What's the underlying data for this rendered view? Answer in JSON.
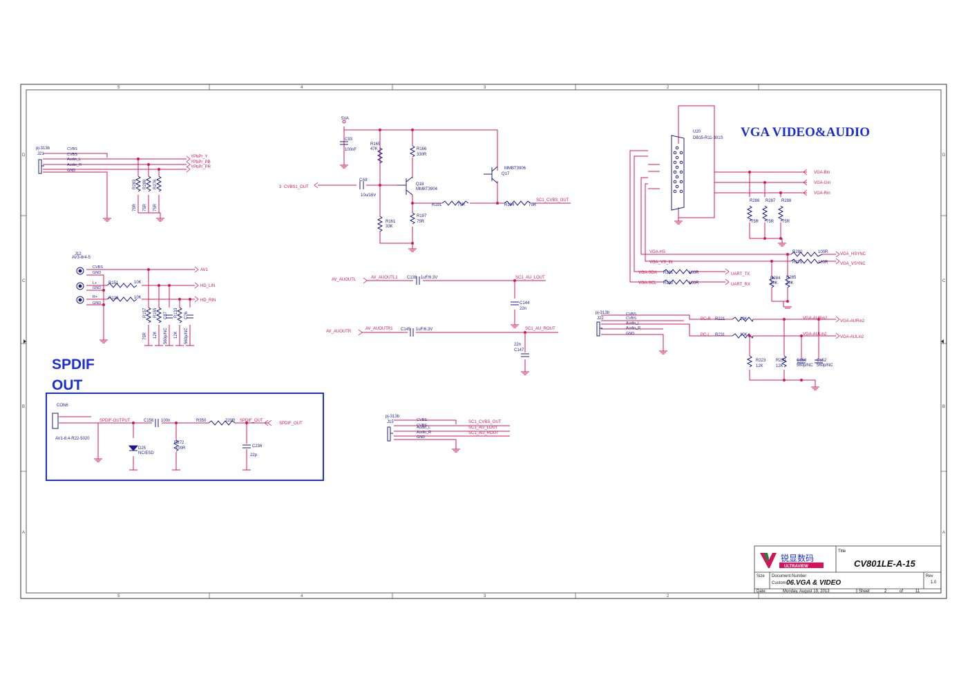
{
  "sheet": {
    "border_col_labels": [
      "5",
      "4",
      "3",
      "2"
    ],
    "border_row_labels": [
      "D",
      "C",
      "B",
      "A"
    ]
  },
  "headings": {
    "vga_title": "VGA VIDEO&AUDIO",
    "spdif_title_1": "SPDIF",
    "spdif_title_2": "OUT"
  },
  "title_block": {
    "logo_cn": "锐显数码",
    "logo_en": "ULTRAVIEW",
    "title_label": "Title",
    "title_value": "CV801LE-A-15",
    "size_label": "Size",
    "size_value": "Custom",
    "doc_label": "Document Number",
    "doc_value": "06.VGA & VIDEO",
    "rev_label": "Rev",
    "rev_value": "1.0",
    "date_label": "Date:",
    "date_value": "Monday, August 19, 2013",
    "sheet_label": "Sheet",
    "sheet_value": "2",
    "of_label": "of",
    "of_value": "11"
  },
  "colors": {
    "wire": "#d4145a",
    "ink": "#1a1a8c",
    "label": "#1a2fd6",
    "frame": "#333333"
  },
  "labels": [
    {
      "id": "j21-part",
      "text": "pj-313b"
    },
    {
      "id": "j21-ref",
      "text": "J21"
    },
    {
      "id": "j21-p5",
      "text": "CVBS"
    },
    {
      "id": "j21-p4",
      "text": "CVBS"
    },
    {
      "id": "j21-p3",
      "text": "Audio_L"
    },
    {
      "id": "j21-p2",
      "text": "Audio_R"
    },
    {
      "id": "j21-p1",
      "text": "GND"
    },
    {
      "id": "ypbpr-y",
      "text": "YPbPr_Y"
    },
    {
      "id": "ypbpr-pb",
      "text": "YPbPr_PB"
    },
    {
      "id": "ypbpr-pr",
      "text": "YPbPr_PR"
    },
    {
      "id": "r283",
      "text": "R283"
    },
    {
      "id": "r289",
      "text": "R289"
    },
    {
      "id": "r276",
      "text": "R276"
    },
    {
      "id": "r283v",
      "text": "75R"
    },
    {
      "id": "r289v",
      "text": "75R"
    },
    {
      "id": "r276v",
      "text": "75R"
    },
    {
      "id": "j12-ref",
      "text": "J12"
    },
    {
      "id": "j12-part",
      "text": "AV3-8r4-5"
    },
    {
      "id": "j12-cvbs",
      "text": "CVBS"
    },
    {
      "id": "j12-gnd1",
      "text": "GND"
    },
    {
      "id": "j12-l",
      "text": "L+"
    },
    {
      "id": "j12-gnd2",
      "text": "GND"
    },
    {
      "id": "j12-r",
      "text": "R+"
    },
    {
      "id": "j12-gnd3",
      "text": "GND"
    },
    {
      "id": "av1",
      "text": "AV1"
    },
    {
      "id": "hd-lin",
      "text": "HD_LIN"
    },
    {
      "id": "hd-rin",
      "text": "HD_RIN"
    },
    {
      "id": "r151",
      "text": "R151"
    },
    {
      "id": "r151v",
      "text": "10K"
    },
    {
      "id": "r128",
      "text": "R128"
    },
    {
      "id": "r128v",
      "text": "10K"
    },
    {
      "id": "r157",
      "text": "R157"
    },
    {
      "id": "r157v",
      "text": "75R"
    },
    {
      "id": "r155",
      "text": "R155"
    },
    {
      "id": "r155v",
      "text": "12K"
    },
    {
      "id": "c87",
      "text": "C87"
    },
    {
      "id": "c87v",
      "text": "560p/NC"
    },
    {
      "id": "r133",
      "text": "R133"
    },
    {
      "id": "r133v",
      "text": "12K"
    },
    {
      "id": "c76",
      "text": "C76"
    },
    {
      "id": "c76v",
      "text": "560p/NC"
    },
    {
      "id": "5va",
      "text": "5VA"
    },
    {
      "id": "c93",
      "text": "C93"
    },
    {
      "id": "c93v",
      "text": "100nF"
    },
    {
      "id": "r165",
      "text": "R165"
    },
    {
      "id": "r165v",
      "text": "47K"
    },
    {
      "id": "r166",
      "text": "R166"
    },
    {
      "id": "r166v",
      "text": "330R"
    },
    {
      "id": "cvbs1-sheet",
      "text": "3"
    },
    {
      "id": "cvbs1-out",
      "text": "CVBS1_OUT"
    },
    {
      "id": "ca8",
      "text": "CA8"
    },
    {
      "id": "ca8v",
      "text": "10u/16V"
    },
    {
      "id": "q18",
      "text": "Q18"
    },
    {
      "id": "q18v",
      "text": "MMBT3904"
    },
    {
      "id": "q17",
      "text": "Q17"
    },
    {
      "id": "q17v",
      "text": "MMBT3906"
    },
    {
      "id": "r161",
      "text": "R161"
    },
    {
      "id": "r161v",
      "text": "33K"
    },
    {
      "id": "r197",
      "text": "R197"
    },
    {
      "id": "r197v",
      "text": "75R"
    },
    {
      "id": "r191",
      "text": "R191"
    },
    {
      "id": "r191v",
      "text": "75R"
    },
    {
      "id": "r194",
      "text": "R194"
    },
    {
      "id": "r194v",
      "text": "75R"
    },
    {
      "id": "sc1-cvbs",
      "text": "SC1_CVBS_OUT"
    },
    {
      "id": "av-aoutl",
      "text": "AV_AUOUTL"
    },
    {
      "id": "av-aoutl1",
      "text": "AV_AUOUTL1"
    },
    {
      "id": "c138",
      "text": "C138"
    },
    {
      "id": "c138v",
      "text": "1uF/6.3V"
    },
    {
      "id": "sc1-au-lout",
      "text": "SC1_AU_LOUT"
    },
    {
      "id": "c144",
      "text": "C144"
    },
    {
      "id": "c144v",
      "text": "22n"
    },
    {
      "id": "av-aoutr",
      "text": "AV_AUOUTR"
    },
    {
      "id": "av-aoutr1",
      "text": "AV_AUOUTR1"
    },
    {
      "id": "c145",
      "text": "C145"
    },
    {
      "id": "c145v",
      "text": "1uF/6.3V"
    },
    {
      "id": "sc1-au-rout",
      "text": "SC1_AU_ROUT"
    },
    {
      "id": "c147v",
      "text": "22n"
    },
    {
      "id": "c147",
      "text": "C147"
    },
    {
      "id": "con6",
      "text": "CON6"
    },
    {
      "id": "con6v",
      "text": "AV1-8.4-R22-5020"
    },
    {
      "id": "spdif-output",
      "text": "SPDIF-OUTPUT"
    },
    {
      "id": "c156",
      "text": "C156"
    },
    {
      "id": "c156v",
      "text": "100n"
    },
    {
      "id": "r350",
      "text": "R350"
    },
    {
      "id": "r350v",
      "text": "220R"
    },
    {
      "id": "spdif-out-net",
      "text": "SPDIF_OUT"
    },
    {
      "id": "spdif-out-port",
      "text": "SPDIF_OUT"
    },
    {
      "id": "d25",
      "text": "D25"
    },
    {
      "id": "d25v",
      "text": "NC/ESD"
    },
    {
      "id": "r272",
      "text": "R272"
    },
    {
      "id": "r272v",
      "text": "100R"
    },
    {
      "id": "c236",
      "text": "C236"
    },
    {
      "id": "c236v",
      "text": "22p"
    },
    {
      "id": "j15-part",
      "text": "pj-313b"
    },
    {
      "id": "j15-ref",
      "text": "J15"
    },
    {
      "id": "j15-p5",
      "text": "CVBS"
    },
    {
      "id": "j15-p4",
      "text": "CVBS"
    },
    {
      "id": "j15-p3",
      "text": "Audio_L"
    },
    {
      "id": "j15-p2",
      "text": "Audio_R"
    },
    {
      "id": "j15-p1",
      "text": "GND"
    },
    {
      "id": "j15-cvbs",
      "text": "SC1_CVBS_OUT"
    },
    {
      "id": "j15-lout",
      "text": "SC1_AU_LOUT"
    },
    {
      "id": "j15-rout",
      "text": "SC1_AU_ROUT"
    },
    {
      "id": "u20",
      "text": "U20"
    },
    {
      "id": "u20v",
      "text": "DB15-R11-301S"
    },
    {
      "id": "vga-bin",
      "text": "VGA-Bin"
    },
    {
      "id": "vga-gin",
      "text": "VGA-Gin"
    },
    {
      "id": "vga-rin",
      "text": "VGA-Rin"
    },
    {
      "id": "r286",
      "text": "R286"
    },
    {
      "id": "r287",
      "text": "R287"
    },
    {
      "id": "r288",
      "text": "R288"
    },
    {
      "id": "r286v",
      "text": "75R"
    },
    {
      "id": "r287v",
      "text": "75R"
    },
    {
      "id": "r288v",
      "text": "75R"
    },
    {
      "id": "vga-hs",
      "text": "VGA-HS"
    },
    {
      "id": "vga-vs",
      "text": "VGA_VS_IN"
    },
    {
      "id": "vga-sda",
      "text": "VGA-SDA"
    },
    {
      "id": "vga-scl",
      "text": "VGA-SCL"
    },
    {
      "id": "r280",
      "text": "R280"
    },
    {
      "id": "r280v",
      "text": "100R"
    },
    {
      "id": "r278",
      "text": "R278"
    },
    {
      "id": "r278v",
      "text": "100R"
    },
    {
      "id": "r281",
      "text": "R281"
    },
    {
      "id": "r281v",
      "text": "100R"
    },
    {
      "id": "r282",
      "text": "R282"
    },
    {
      "id": "r282v",
      "text": "100R"
    },
    {
      "id": "vga-hsync",
      "text": "VGA_HSYNC"
    },
    {
      "id": "vga-vsync",
      "text": "VGA_VSYNC"
    },
    {
      "id": "uart-tx",
      "text": "UART_TX"
    },
    {
      "id": "uart-rx",
      "text": "UART_RX"
    },
    {
      "id": "r284",
      "text": "R284"
    },
    {
      "id": "r284v",
      "text": "10K"
    },
    {
      "id": "r285",
      "text": "R285"
    },
    {
      "id": "r285v",
      "text": "10K"
    },
    {
      "id": "j22-part",
      "text": "pj-313b"
    },
    {
      "id": "j22-ref",
      "text": "J22"
    },
    {
      "id": "j22-p5",
      "text": "CVBS"
    },
    {
      "id": "j22-p4",
      "text": "CVBS"
    },
    {
      "id": "j22-p3",
      "text": "Audio_L"
    },
    {
      "id": "j22-p2",
      "text": "Audio_R"
    },
    {
      "id": "j22-p1",
      "text": "GND"
    },
    {
      "id": "pc-r",
      "text": "PC-R"
    },
    {
      "id": "pc-l",
      "text": "PC-L"
    },
    {
      "id": "r221",
      "text": "R221"
    },
    {
      "id": "r221v",
      "text": "10K"
    },
    {
      "id": "r231",
      "text": "R231"
    },
    {
      "id": "r231v",
      "text": "10K"
    },
    {
      "id": "vga-aurin2-net",
      "text": "VGA-AURin2"
    },
    {
      "id": "vga-aulin2-net",
      "text": "VGA-AULin2"
    },
    {
      "id": "vga-aurin2",
      "text": "VGA-AURin2"
    },
    {
      "id": "vga-aulin2",
      "text": "VGA-AULin2"
    },
    {
      "id": "r223",
      "text": "R223"
    },
    {
      "id": "r223v",
      "text": "12K"
    },
    {
      "id": "r230",
      "text": "R230"
    },
    {
      "id": "r230v",
      "text": "12K"
    },
    {
      "id": "c150",
      "text": "C150"
    },
    {
      "id": "c150v",
      "text": "560p/NC"
    },
    {
      "id": "c152",
      "text": "C152"
    },
    {
      "id": "c152v",
      "text": "560p/NC"
    }
  ]
}
